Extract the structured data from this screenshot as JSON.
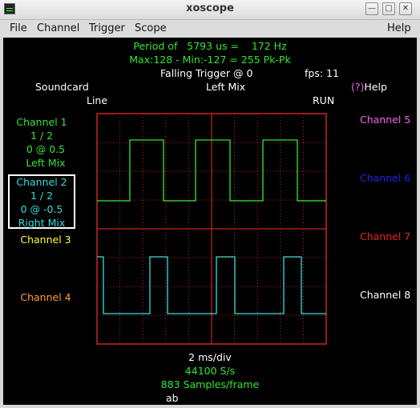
{
  "window": {
    "title": "xoscope",
    "minimize_icon": "minimize-icon",
    "maximize_icon": "maximize-icon",
    "close_icon": "close-icon"
  },
  "menu": {
    "file": "File",
    "channel": "Channel",
    "trigger": "Trigger",
    "scope": "Scope",
    "help": "Help"
  },
  "status": {
    "period": "Period of   5793 us =    172 Hz",
    "maxmin": "Max:128 - Min:-127 = 255 Pk-Pk",
    "trigger": "Falling Trigger @ 0",
    "fps": "fps: 11",
    "source": "Soundcard",
    "input": "Line",
    "mix": "Left Mix",
    "help_key": "(?)",
    "help_label": "Help",
    "run_state": "RUN"
  },
  "channels": {
    "ch1": {
      "name": "Channel 1",
      "scale": "1 / 2",
      "position": "0 @ 0.5",
      "source": "Left Mix",
      "color": "#33e633"
    },
    "ch2": {
      "name": "Channel 2",
      "scale": "1 / 2",
      "position": "0 @ -0.5",
      "source": "Right Mix",
      "color": "#33dddd"
    },
    "ch3": {
      "name": "Channel 3",
      "color": "#ffff33"
    },
    "ch4": {
      "name": "Channel 4",
      "color": "#ffa033"
    },
    "ch5": {
      "name": "Channel 5",
      "color": "#ee66ee"
    },
    "ch6": {
      "name": "Channel 6",
      "color": "#2222ee"
    },
    "ch7": {
      "name": "Channel 7",
      "color": "#ee2222"
    },
    "ch8": {
      "name": "Channel 8",
      "color": "#ffffff"
    }
  },
  "timebase": {
    "div": "2 ms/div",
    "rate": "44100 S/s",
    "samples": "883 Samples/frame",
    "memory": "ab"
  },
  "colors": {
    "grid": "#cc2222",
    "background": "#000000"
  }
}
